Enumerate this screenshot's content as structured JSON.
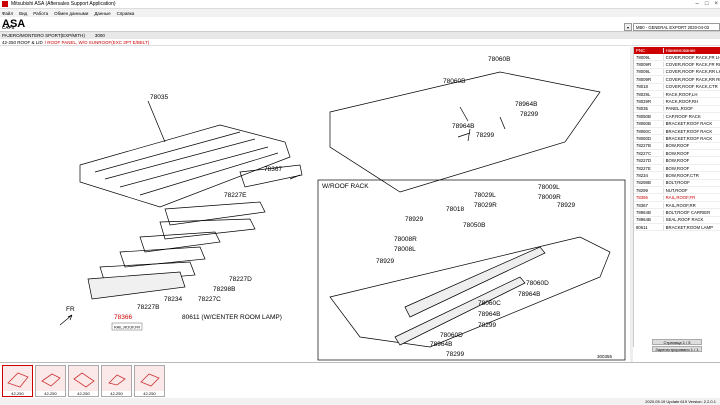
{
  "window": {
    "title": "Mitsubishi ASA (Aftersales Support Application)"
  },
  "menu": [
    "Файл",
    "Вид",
    "Работа",
    "Обмен данными",
    "Данные",
    "Справка"
  ],
  "app": {
    "logo": "ASA",
    "cats": "CAPS",
    "export": "MB0 - GENERAL EXPORT 2020-04-03"
  },
  "model_row": {
    "model": "PAJERO/MONTERO SPORT(EXP/MITH)",
    "code": "3000"
  },
  "part_row": {
    "group": "42-250 ROOF & LID",
    "detail": "/ ROOF PANEL, W/O SUNROOF(EXC 3PT E/BELT)"
  },
  "table": {
    "headers": [
      "PNC",
      "Наименование"
    ],
    "rows": [
      [
        "78009L",
        "COVER,ROOF RACK,FR LH"
      ],
      [
        "78009R",
        "COVER,ROOF RACK,FR RH"
      ],
      [
        "78009L",
        "COVER,ROOF RACK,RR LH"
      ],
      [
        "78009R",
        "COVER,ROOF RACK,RR RH"
      ],
      [
        "78018",
        "COVER,ROOF RACK,CTR"
      ],
      [
        "78029L",
        "RACK,ROOF,LH"
      ],
      [
        "78029R",
        "RACK,ROOF,RH"
      ],
      [
        "78035",
        "PANEL,ROOF"
      ],
      [
        "78050B",
        "CAP,ROOF RACK"
      ],
      [
        "78060B",
        "BRACKET,ROOF RACK"
      ],
      [
        "78060C",
        "BRACKET,ROOF RACK"
      ],
      [
        "78060D",
        "BRACKET,ROOF RACK"
      ],
      [
        "78227B",
        "BOW,ROOF"
      ],
      [
        "78227C",
        "BOW,ROOF"
      ],
      [
        "78227D",
        "BOW,ROOF"
      ],
      [
        "78227E",
        "BOW,ROOF"
      ],
      [
        "78234",
        "BOW,ROOF,CTR"
      ],
      [
        "78298B",
        "BOLT,ROOF"
      ],
      [
        "78299",
        "NUT,ROOF"
      ],
      [
        "78366",
        "RAIL,ROOF,FR"
      ],
      [
        "78367",
        "RAIL,ROOF,RR"
      ],
      [
        "78964B",
        "BOLT,ROOF CARRIER"
      ],
      [
        "78964B",
        "SEAL,ROOF RACK"
      ],
      [
        "80611",
        "BRACKET,ROOM LAMP"
      ]
    ],
    "selected_index": 19
  },
  "pager": {
    "pages": "Страница 1 / 5",
    "registered": "Зарегистрировано 1 / 1"
  },
  "diagram": {
    "labels": {
      "l78035": "78035",
      "l78060b_top": "78060B",
      "l78060b_a": "78060B",
      "l78964b_a": "78964B",
      "l78964b_b": "78964B",
      "l78299_a": "78299",
      "l78299_b": "78299",
      "l78367": "78367",
      "l78227e": "78227E",
      "l78227d": "78227D",
      "l78298b": "78298B",
      "l78227c": "78227C",
      "l78234": "78234",
      "l78227b": "78227B",
      "l78366": "78366",
      "l80611": "80611 (W/CENTER ROOM LAMP)",
      "roofrack": "W/ROOF RACK",
      "l78009l": "78009L",
      "l78009r": "78009R",
      "l78029l": "78029L",
      "l78029r": "78029R",
      "l78018": "78018",
      "l78929_a": "78929",
      "l78929_b": "78929",
      "l78929_c": "78929",
      "l78050b": "78050B",
      "l78008r": "78008R",
      "l78008l": "78008L",
      "l78060d_a": "78060D",
      "l78964b_c": "78964B",
      "l78060c": "78060C",
      "l78964b_d": "78964B",
      "l78299_c": "78299",
      "l78060d_b": "78060D",
      "l78964b_e": "78964B",
      "l78299_d": "78299",
      "code": "300355",
      "fr": "FR",
      "balloon": "RAIL,ROOF,FR"
    }
  },
  "thumbs": [
    "42-250",
    "42-250",
    "42-250",
    "42-250",
    "42-250"
  ],
  "status": {
    "version": "2020.05.19  Update 619  Version: 2.2.0.1"
  }
}
